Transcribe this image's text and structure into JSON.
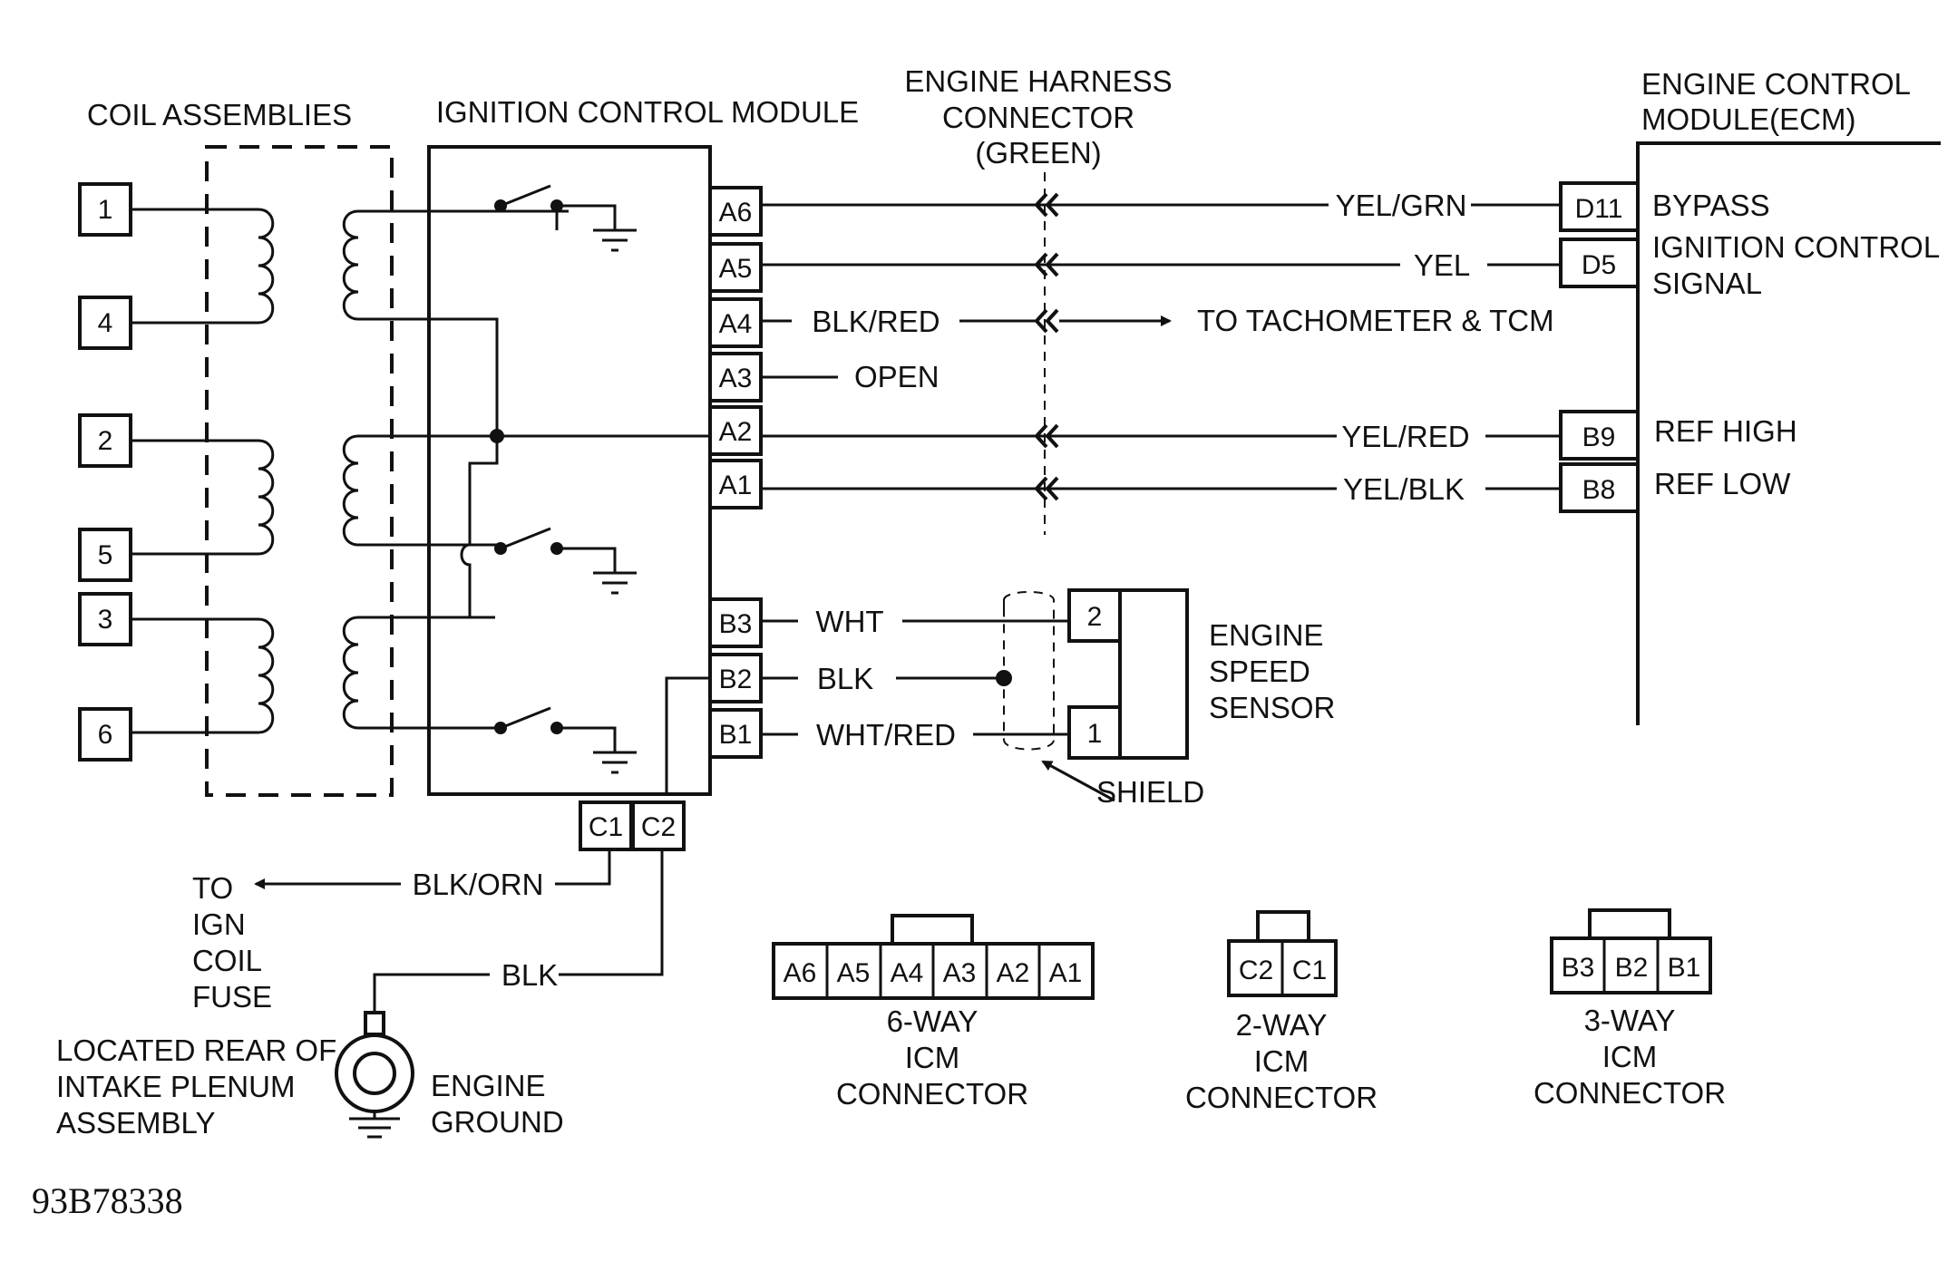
{
  "labels": {
    "coil_assemblies": "COIL ASSEMBLIES",
    "icm": "IGNITION CONTROL MODULE",
    "harness_line1": "ENGINE HARNESS",
    "harness_line2": "CONNECTOR",
    "harness_line3": "(GREEN)",
    "ecm_line1": "ENGINE CONTROL",
    "ecm_line2": "MODULE(ECM)",
    "tach": "TO TACHOMETER & TCM",
    "open": "OPEN",
    "sensor_line1": "ENGINE",
    "sensor_line2": "SPEED",
    "sensor_line3": "SENSOR",
    "shield": "SHIELD",
    "fuse_line1": "TO",
    "fuse_line2": "IGN",
    "fuse_line3": "COIL",
    "fuse_line4": "FUSE",
    "located_line1": "LOCATED REAR OF",
    "located_line2": "INTAKE PLENUM",
    "located_line3": "ASSEMBLY",
    "ground_line1": "ENGINE",
    "ground_line2": "GROUND",
    "diagram_code": "93B78338"
  },
  "coil_terminals": [
    "1",
    "4",
    "2",
    "5",
    "3",
    "6"
  ],
  "icm_pins": [
    "A6",
    "A5",
    "A4",
    "A3",
    "A2",
    "A1",
    "B3",
    "B2",
    "B1",
    "C1",
    "C2"
  ],
  "wires": {
    "a6": "YEL/GRN",
    "a5": "YEL",
    "a4": "BLK/RED",
    "a2": "YEL/RED",
    "a1": "YEL/BLK",
    "b3": "WHT",
    "b2": "BLK",
    "b1": "WHT/RED",
    "c1": "BLK/ORN",
    "c2": "BLK"
  },
  "ecm_pins": [
    "D11",
    "D5",
    "B9",
    "B8"
  ],
  "ecm_functions": {
    "bypass": "BYPASS",
    "ign_line1": "IGNITION CONTROL",
    "ign_line2": "SIGNAL",
    "ref_high": "REF HIGH",
    "ref_low": "REF LOW"
  },
  "sensor_pins": [
    "2",
    "1"
  ],
  "connectors": {
    "six_way": {
      "pins": [
        "A6",
        "A5",
        "A4",
        "A3",
        "A2",
        "A1"
      ],
      "line1": "6-WAY",
      "line2": "ICM",
      "line3": "CONNECTOR"
    },
    "two_way": {
      "pins": [
        "C2",
        "C1"
      ],
      "line1": "2-WAY",
      "line2": "ICM",
      "line3": "CONNECTOR"
    },
    "three_way": {
      "pins": [
        "B3",
        "B2",
        "B1"
      ],
      "line1": "3-WAY",
      "line2": "ICM",
      "line3": "CONNECTOR"
    }
  }
}
